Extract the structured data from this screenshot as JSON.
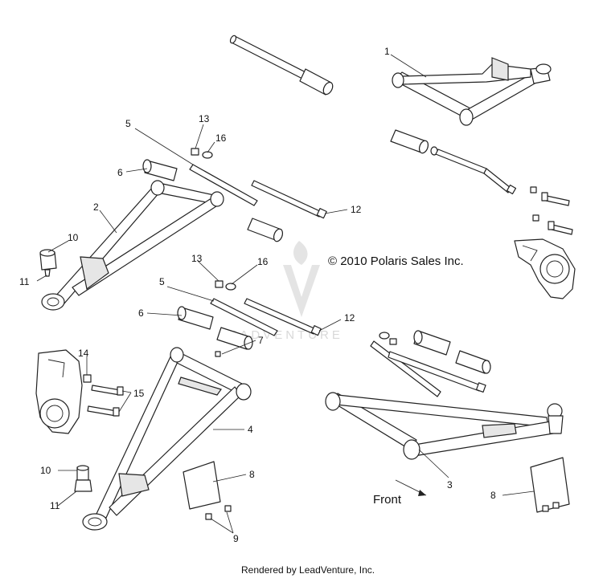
{
  "copyright": "© 2010 Polaris Sales Inc.",
  "watermark": "LEADVENTURE",
  "front_label": "Front",
  "footer": "Rendered by LeadVenture, Inc.",
  "callouts": [
    {
      "id": "c1",
      "label": "1"
    },
    {
      "id": "c2",
      "label": "2"
    },
    {
      "id": "c3",
      "label": "3"
    },
    {
      "id": "c4",
      "label": "4"
    },
    {
      "id": "c5a",
      "label": "5"
    },
    {
      "id": "c5b",
      "label": "5"
    },
    {
      "id": "c6a",
      "label": "6"
    },
    {
      "id": "c6b",
      "label": "6"
    },
    {
      "id": "c7",
      "label": "7"
    },
    {
      "id": "c8a",
      "label": "8"
    },
    {
      "id": "c8b",
      "label": "8"
    },
    {
      "id": "c9",
      "label": "9"
    },
    {
      "id": "c10a",
      "label": "10"
    },
    {
      "id": "c10b",
      "label": "10"
    },
    {
      "id": "c11a",
      "label": "11"
    },
    {
      "id": "c11b",
      "label": "11"
    },
    {
      "id": "c12a",
      "label": "12"
    },
    {
      "id": "c12b",
      "label": "12"
    },
    {
      "id": "c13a",
      "label": "13"
    },
    {
      "id": "c13b",
      "label": "13"
    },
    {
      "id": "c14",
      "label": "14"
    },
    {
      "id": "c15",
      "label": "15"
    },
    {
      "id": "c16a",
      "label": "16"
    },
    {
      "id": "c16b",
      "label": "16"
    }
  ]
}
